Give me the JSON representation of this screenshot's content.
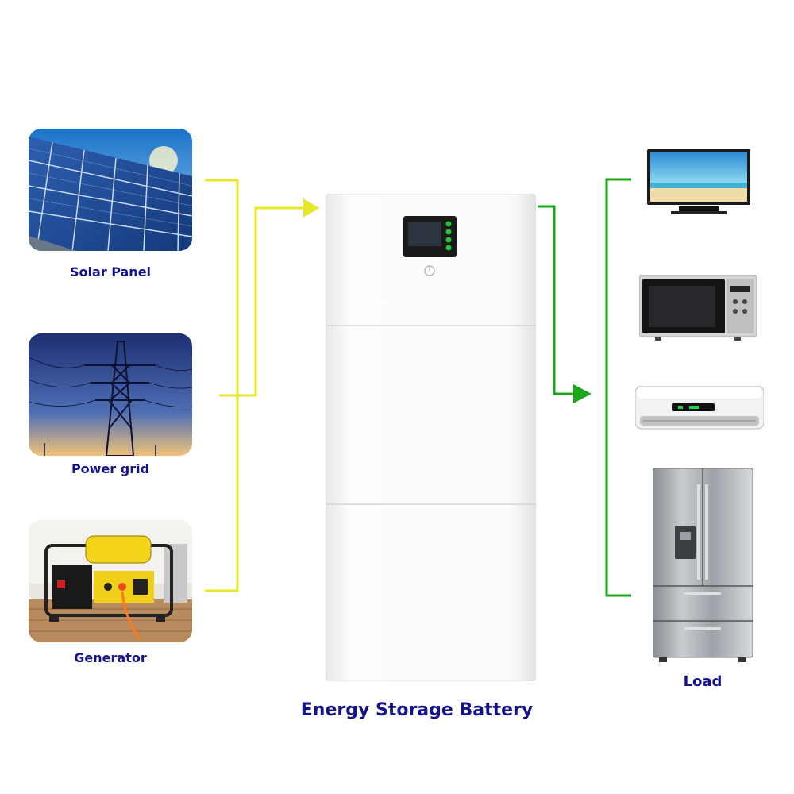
{
  "sources": [
    {
      "id": "solar",
      "label": "Solar Panel"
    },
    {
      "id": "grid",
      "label": "Power grid"
    },
    {
      "id": "generator",
      "label": "Generator"
    }
  ],
  "battery": {
    "label": "Energy Storage Battery"
  },
  "load": {
    "label": "Load"
  },
  "colors": {
    "label_text": "#15138c",
    "input_wire": "#e6e62a",
    "output_wire": "#1aa61a"
  },
  "loads": [
    {
      "icon": "tv-icon"
    },
    {
      "icon": "microwave-icon"
    },
    {
      "icon": "air-conditioner-icon"
    },
    {
      "icon": "refrigerator-icon"
    }
  ]
}
